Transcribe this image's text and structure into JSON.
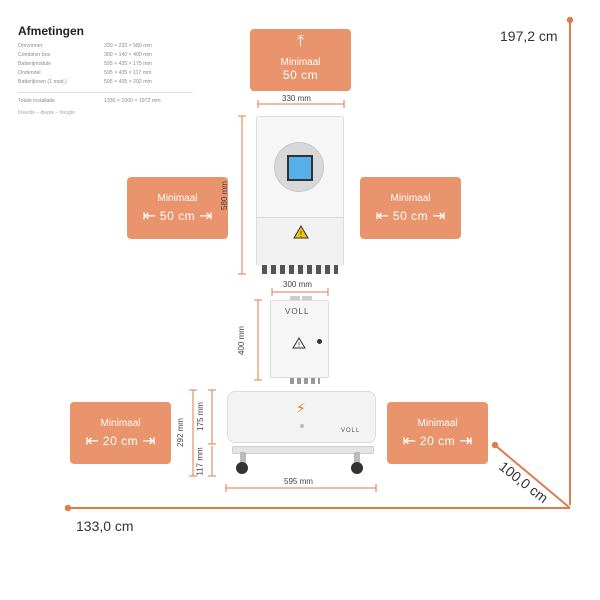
{
  "title": "Afmetingen",
  "specs": [
    {
      "label": "Omvormer",
      "value": "330 × 232 × 580 mm"
    },
    {
      "label": "Combiner box",
      "value": "300 × 140 × 400 mm"
    },
    {
      "label": "Batterijmodule",
      "value": "595 × 435 × 175 mm"
    },
    {
      "label": "Onderstel",
      "value": "595 × 435 × 117 mm"
    },
    {
      "label": "Batterijtoren (1 mod.)",
      "value": "595 × 435 × 292 mm"
    }
  ],
  "total": {
    "label": "Totale installatie",
    "value": "1330 × 1000 × 1972 mm"
  },
  "note": "breedte – diepte – hoogte",
  "clearance": {
    "top": {
      "line1": "Minimaal",
      "line2": "50 cm"
    },
    "left_inverter": {
      "line1": "Minimaal",
      "line2": "50 cm"
    },
    "right_inverter": {
      "line1": "Minimaal",
      "line2": "50 cm"
    },
    "left_battery": {
      "line1": "Minimaal",
      "line2": "20 cm"
    },
    "right_battery": {
      "line1": "Minimaal",
      "line2": "20 cm"
    }
  },
  "overall": {
    "height": "197,2 cm",
    "depth": "100,0 cm",
    "width": "133,0 cm"
  },
  "dims": {
    "inverter_width": "330 mm",
    "inverter_height": "580 mm",
    "combiner_width": "300 mm",
    "combiner_height": "400 mm",
    "battery_total": "292 mm",
    "battery_module": "175 mm",
    "stand": "117 mm",
    "battery_width": "595 mm"
  },
  "brand": "VOLL",
  "colors": {
    "accent": "#e9946c",
    "line": "#e07b4a"
  }
}
